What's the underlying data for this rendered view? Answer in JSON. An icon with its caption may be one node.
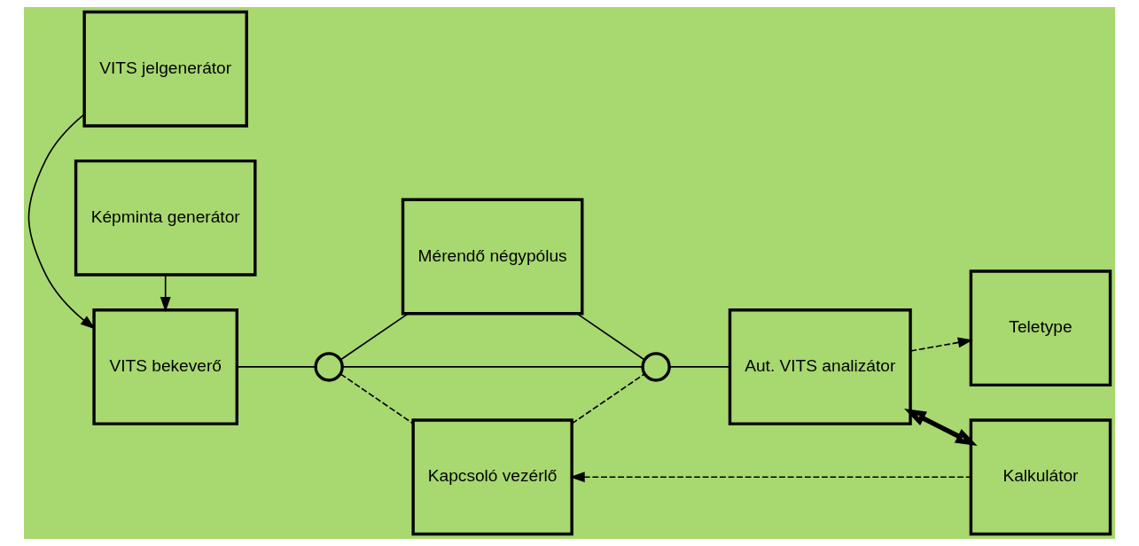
{
  "diagram": {
    "nodes": [
      {
        "text": [
          "VITS jelgenerátor"
        ]
      },
      {
        "text": [
          "VITS bekeverő"
        ]
      },
      {
        "text": [
          "Képminta generátor"
        ]
      },
      {
        "text": [],
        "shape": "switch"
      },
      {
        "text": [
          "Mérendő négypólus"
        ]
      },
      {
        "text": [
          "Kapcsoló vezérlő"
        ]
      },
      {
        "text": [],
        "shape": "switch"
      },
      {
        "text": [
          "Aut. VITS analizátor"
        ]
      },
      {
        "text": [
          "Teletype"
        ]
      },
      {
        "text": [
          "Kalkulátor"
        ]
      }
    ],
    "edges": [
      {
        "from": 0,
        "to": 1,
        "arrow": "to"
      },
      {
        "from": 2,
        "to": 1,
        "arrow": "to"
      },
      {
        "from": 1,
        "to": 3,
        "arrow": "none"
      },
      {
        "from": 3,
        "to": 4,
        "arrow": "none"
      },
      {
        "from": 3,
        "to": 6,
        "arrow": "none"
      },
      {
        "from": 4,
        "to": 6,
        "arrow": "none"
      },
      {
        "from": 6,
        "to": 7,
        "arrow": "none"
      },
      {
        "from": 7,
        "to": 8,
        "arrow": "to",
        "style": "dashed"
      },
      {
        "from": 7,
        "to": 9,
        "arrow": "both",
        "style": "thick"
      },
      {
        "from": 5,
        "to": 3,
        "arrow": "none",
        "style": "dashed"
      },
      {
        "from": 5,
        "to": 6,
        "arrow": "none",
        "style": "dashed"
      },
      {
        "from": 9,
        "to": 5,
        "arrow": "to",
        "style": "dashed"
      }
    ]
  }
}
